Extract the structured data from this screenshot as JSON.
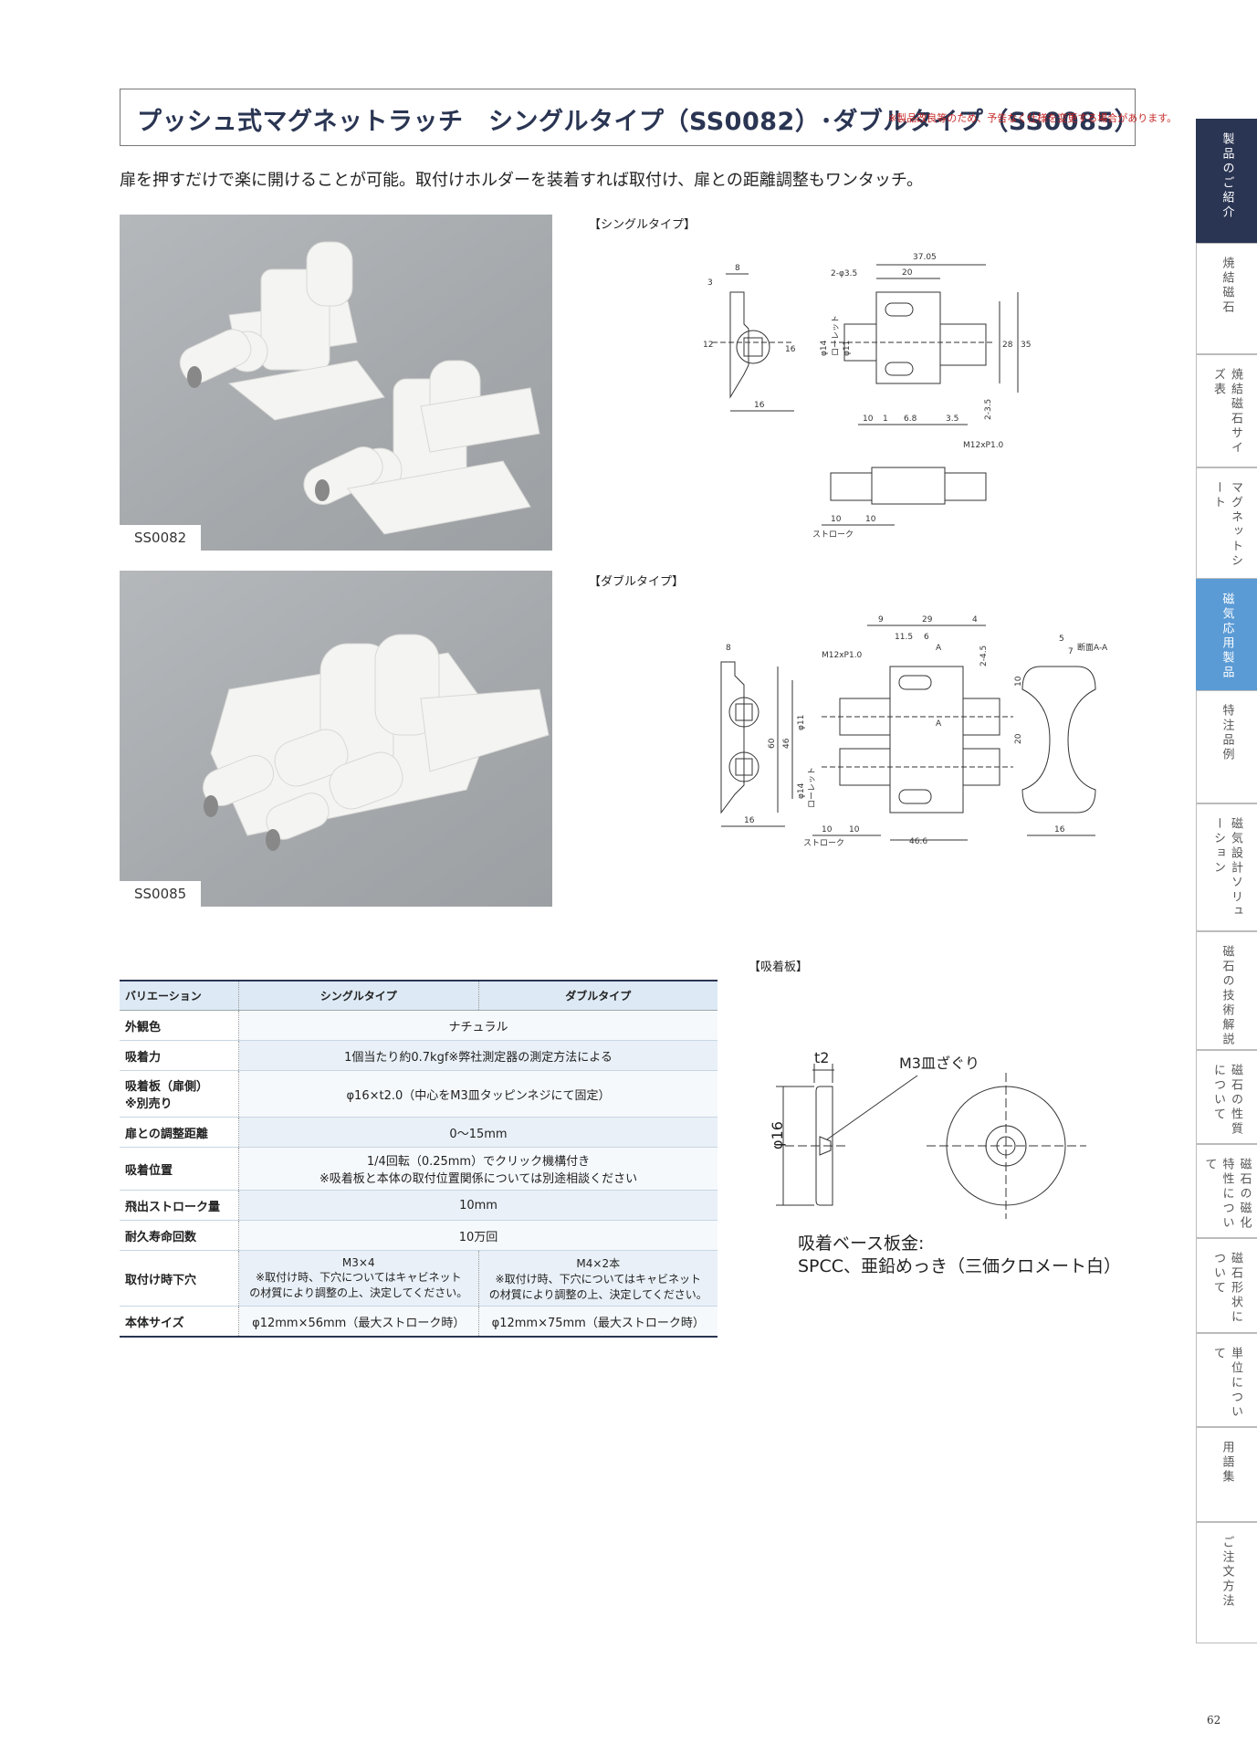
{
  "header": {
    "title": "プッシュ式マグネットラッチ　シングルタイプ（SS0082）･ダブルタイプ（SS0085）",
    "notice": "※製品改良等のため、予告なく仕様を変更する場合があります。"
  },
  "lead": "扉を押すだけで楽に開けることが可能。取付けホルダーを装着すれば取付け、扉との距離調整もワンタッチ。",
  "photos": {
    "single_label": "SS0082",
    "double_label": "SS0085"
  },
  "drawings": {
    "single_label": "【シングルタイプ】",
    "double_label": "【ダブルタイプ】",
    "plate_label": "【吸着板】",
    "single_dims": {
      "d1": "8",
      "d2": "3",
      "d3": "37.05",
      "d4": "20",
      "d5": "2-φ3.5",
      "d6": "12",
      "d7": "16",
      "d8": "28",
      "d9": "35",
      "d10": "16",
      "d11": "2-3.5",
      "d12": "10",
      "d13": "1",
      "d14": "6.8",
      "d15": "3.5",
      "d16": "M12xP1.0",
      "d17": "10",
      "d18": "10",
      "d19": "ストローク",
      "d20": "φ14",
      "d21": "φ11",
      "d22": "ローレット"
    },
    "double_dims": {
      "d1": "8",
      "d2": "9",
      "d3": "29",
      "d4": "4",
      "d5": "11.5",
      "d6": "6",
      "d7": "A",
      "d8": "M12xP1.0",
      "d9": "2-4.5",
      "d10": "10",
      "d11": "20",
      "d12": "60",
      "d13": "46",
      "d14": "16",
      "d15": "10",
      "d16": "10",
      "d17": "ストローク",
      "d18": "46.6",
      "d19": "断面A-A",
      "d20": "5",
      "d21": "7",
      "d22": "16",
      "d23": "φ11",
      "d24": "φ14",
      "d25": "ローレット",
      "d26": "A"
    },
    "plate": {
      "thickness": "t2",
      "countersink": "M3皿ざぐり",
      "diameter": "φ16",
      "material_1": "吸着ベース板金:",
      "material_2": "SPCC、亜鉛めっき（三価クロメート白）"
    }
  },
  "spec_table": {
    "headers": [
      "バリエーション",
      "シングルタイプ",
      "ダブルタイプ"
    ],
    "rows": [
      {
        "label": "外観色",
        "value": "ナチュラル"
      },
      {
        "label": "吸着力",
        "value": "1個当たり約0.7kgf※弊社測定器の測定方法による"
      },
      {
        "label1": "吸着板（扉側）",
        "label2": "※別売り",
        "value": "φ16×t2.0（中心をM3皿タッピンネジにて固定）"
      },
      {
        "label": "扉との調整距離",
        "value": "0〜15mm"
      },
      {
        "label": "吸着位置",
        "value1": "1/4回転（0.25mm）でクリック機構付き",
        "value2": "※吸着板と本体の取付位置関係については別途相談ください"
      },
      {
        "label": "飛出ストローク量",
        "value": "10mm"
      },
      {
        "label": "耐久寿命回数",
        "value": "10万回"
      },
      {
        "label": "取付け時下穴",
        "single": [
          "M3×4",
          "※取付け時、下穴についてはキャビネット",
          "の材質により調整の上、決定してください。"
        ],
        "double": [
          "M4×2本",
          "※取付け時、下穴についてはキャビネット",
          "の材質により調整の上、決定してください。"
        ]
      },
      {
        "label": "本体サイズ",
        "single": "φ12mm×56mm（最大ストローク時）",
        "double": "φ12mm×75mm（最大ストローク時）"
      }
    ]
  },
  "sidebar": {
    "tabs": [
      {
        "label": "製品のご紹介",
        "state": "active"
      },
      {
        "label": "焼結磁石",
        "state": "normal"
      },
      {
        "label": "焼結磁石サイズ表",
        "state": "normal"
      },
      {
        "label": "マグネットシート",
        "state": "normal"
      },
      {
        "label": "磁気応用製品",
        "state": "accent"
      },
      {
        "label": "特注品例",
        "state": "normal"
      },
      {
        "label": "磁気設計ソリューション",
        "state": "normal"
      },
      {
        "label": "磁石の技術解説",
        "state": "normal"
      },
      {
        "label": "磁石の性質について",
        "state": "normal"
      },
      {
        "label": "磁石の磁化特性について",
        "state": "normal"
      },
      {
        "label": "磁石形状について",
        "state": "normal"
      },
      {
        "label": "単位について",
        "state": "normal"
      },
      {
        "label": "用語集",
        "state": "normal"
      },
      {
        "label": "ご注文方法",
        "state": "normal"
      }
    ]
  },
  "page_number": "62"
}
